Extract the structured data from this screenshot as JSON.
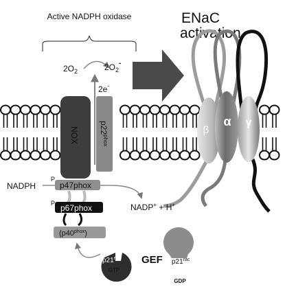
{
  "title_active": "Active NADPH oxidase",
  "title_enac_line1": "ENaC",
  "title_enac_line2": "activation",
  "o2_left": "2O",
  "o2_left_sub": "2",
  "o2_right": "2O",
  "o2_right_sub": "2",
  "o2_right_sup": "-",
  "electron": "2e",
  "electron_sup": "-",
  "nox": "NOX",
  "p22": "p22",
  "p22_sup": "phox",
  "nadph": "NADPH",
  "p47": "p47phox",
  "p67": "p67phox",
  "p40_open": "(p40",
  "p40_sup": "phox",
  "p40_close": ")",
  "phospho_p": "P",
  "nadp": "NADP",
  "nadp_sup1": "+",
  "nadp_mid": " + H",
  "nadp_sup2": "+",
  "beta": "β",
  "alpha": "α",
  "gamma": "γ",
  "gef": "GEF",
  "p21_left": "p21",
  "p21_left_sup": "rac",
  "gtp": "GTP",
  "p21_right": "p21",
  "p21_right_sup": "rac",
  "gdp": "GDP",
  "colors": {
    "nox": "#3d3d3d",
    "p22": "#8a8a8a",
    "p47": "#8f8f8f",
    "p67": "#111111",
    "p40": "#999999",
    "arrow_big": "#4a4a4a",
    "rac_gtp": "#2e2e2e",
    "rac_gdp": "#8c8c8c"
  }
}
